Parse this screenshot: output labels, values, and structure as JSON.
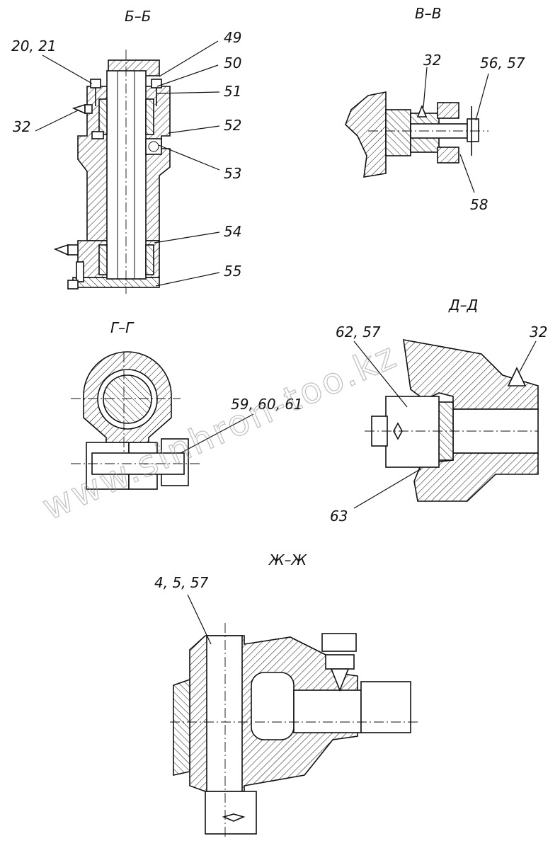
{
  "sections": {
    "bb": {
      "title": "Б–Б",
      "callouts": [
        "20, 21",
        "32",
        "49",
        "50",
        "51",
        "52",
        "53",
        "54",
        "55"
      ]
    },
    "vv": {
      "title": "В–В",
      "callouts": [
        "32",
        "56, 57",
        "58"
      ]
    },
    "gg": {
      "title": "Г–Г",
      "callouts": [
        "59, 60, 61"
      ]
    },
    "dd": {
      "title": "Д–Д",
      "callouts": [
        "62, 57",
        "32",
        "63"
      ]
    },
    "zhzh": {
      "title": "Ж–Ж",
      "callouts": [
        "4, 5, 57"
      ]
    }
  },
  "watermark": "www.sinhron-too.kz"
}
